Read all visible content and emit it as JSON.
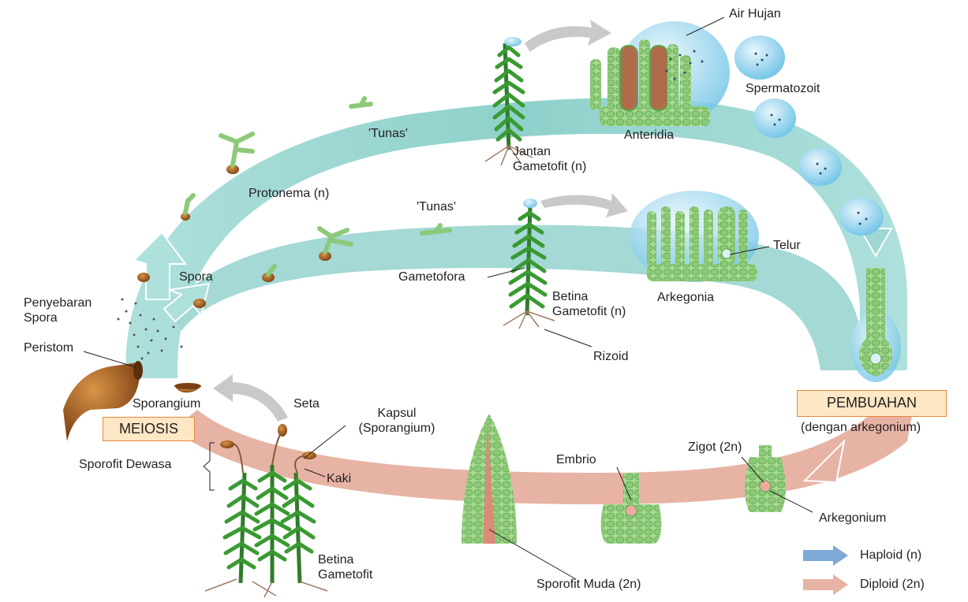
{
  "labels": {
    "air_hujan": "Air Hujan",
    "spermatozoit": "Spermatozoit",
    "anteridia": "Anteridia",
    "tunas_upper": "'Tunas'",
    "jantan_line1": "Jantan",
    "jantan_line2": "Gametofit (n)",
    "protonema": "Protonema (n)",
    "tunas_lower": "'Tunas'",
    "telur": "Telur",
    "gametofora": "Gametofora",
    "spora": "Spora",
    "arkegonia": "Arkegonia",
    "betina_n_line1": "Betina",
    "betina_n_line2": "Gametofit (n)",
    "penyebaran_line1": "Penyebaran",
    "penyebaran_line2": "Spora",
    "peristom": "Peristom",
    "rizoid": "Rizoid",
    "seta": "Seta",
    "kapsul_line1": "Kapsul",
    "kapsul_line2": "(Sporangium)",
    "sporangium": "Sporangium",
    "meiosis": "MEIOSIS",
    "pembuahan": "PEMBUAHAN",
    "dengan_arkegonium": "(dengan arkegonium)",
    "zigot": "Zigot (2n)",
    "embrio": "Embrio",
    "sporofit_dewasa": "Sporofit Dewasa",
    "kaki": "Kaki",
    "arkegonium": "Arkegonium",
    "betina_line1": "Betina",
    "betina_line2": "Gametofit",
    "sporofit_muda": "Sporofit Muda (2n)"
  },
  "legend": {
    "haploid": "Haploid (n)",
    "diploid": "Diploid (2n)"
  },
  "colors": {
    "haploid_band": "#9fd7d3",
    "diploid_band": "#e7b3a4",
    "legend_haploid": "#7ea8d8",
    "box_fill": "#fde7c4",
    "box_border": "#e8873a"
  }
}
